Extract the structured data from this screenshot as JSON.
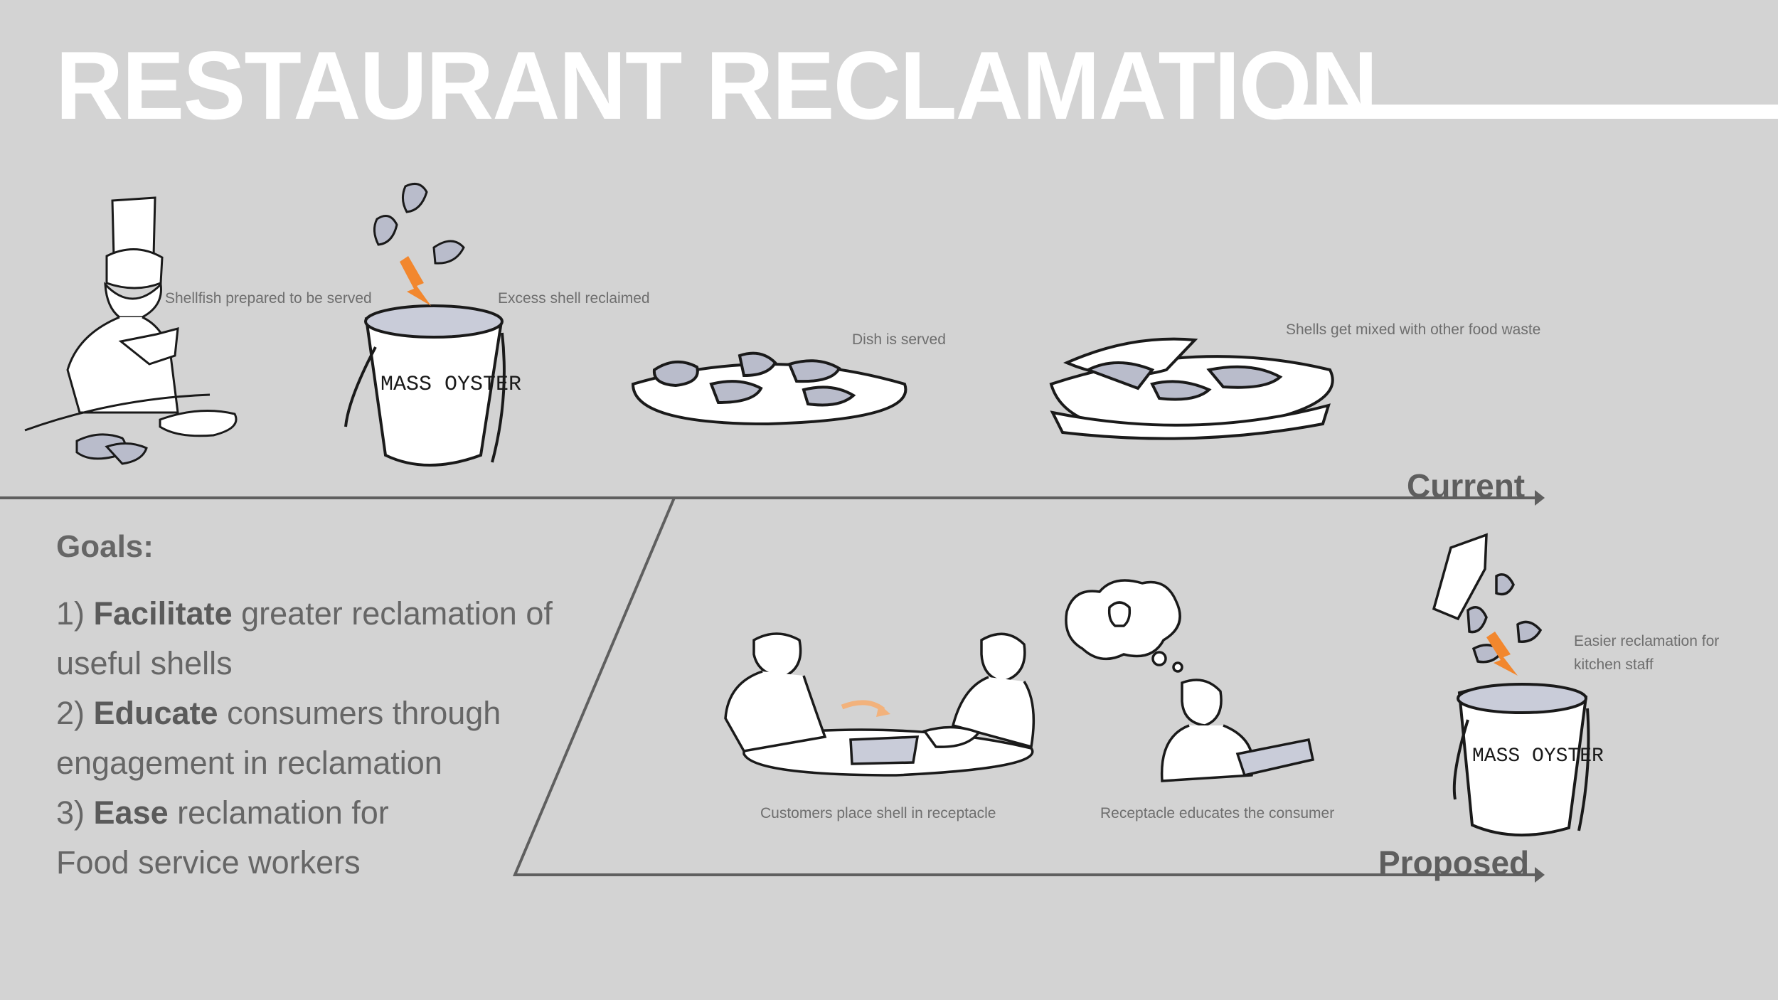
{
  "title": "RESTAURANT RECLAMATION",
  "lanes": {
    "current": "Current",
    "proposed": "Proposed"
  },
  "current_steps": [
    "Shellfish prepared to be served",
    "Excess shell reclaimed",
    "Dish is served",
    "Shells get mixed with other food waste"
  ],
  "proposed_steps": [
    "Customers place shell in receptacle",
    "Receptacle educates the consumer",
    "Easier reclamation for kitchen staff"
  ],
  "bucket_label": "MASS OYSTER",
  "goals": {
    "heading": "Goals:",
    "items": [
      {
        "num": "1)",
        "bold": "Facilitate",
        "rest": "greater reclamation of",
        "cont": "useful shells"
      },
      {
        "num": "2)",
        "bold": "Educate",
        "rest": "consumers through",
        "cont": "engagement in reclamation"
      },
      {
        "num": "3)",
        "bold": "Ease",
        "rest": "reclamation for",
        "cont": "Food service workers"
      }
    ]
  },
  "colors": {
    "background": "#d3d3d3",
    "accent_orange": "#f2872e",
    "shell_tint": "#b9bccb",
    "lines": "#5f5f5f"
  }
}
